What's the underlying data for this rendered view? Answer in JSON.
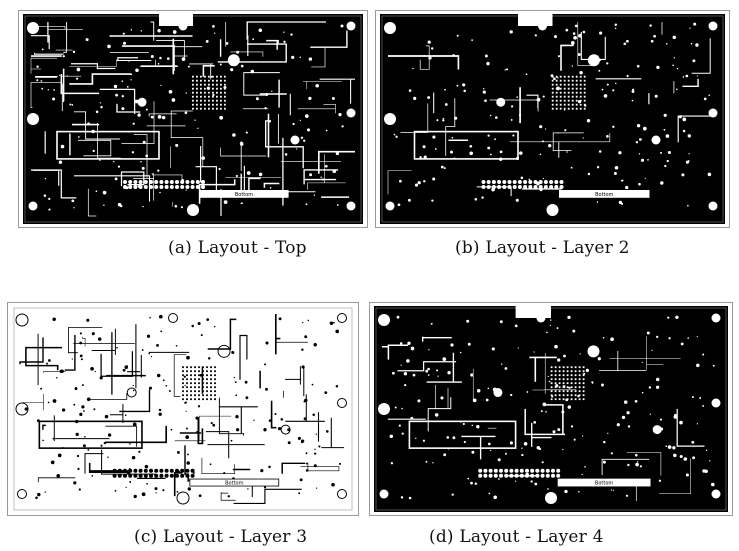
{
  "figure": {
    "panels": [
      {
        "id": "a",
        "caption": "(a) Layout - Top",
        "style": "dark-dense",
        "board_label": "Bottom"
      },
      {
        "id": "b",
        "caption": "(b) Layout - Layer 2",
        "style": "dark-plane",
        "board_label": "Bottom"
      },
      {
        "id": "c",
        "caption": "(c) Layout - Layer 3",
        "style": "light-signal",
        "board_label": "Bottom"
      },
      {
        "id": "d",
        "caption": "(d) Layout - Layer 4",
        "style": "dark-plane",
        "board_label": "Bottom"
      }
    ]
  },
  "colors": {
    "board_dark": "#000000",
    "copper_light": "#ffffff",
    "border": "#9a9a9a"
  }
}
